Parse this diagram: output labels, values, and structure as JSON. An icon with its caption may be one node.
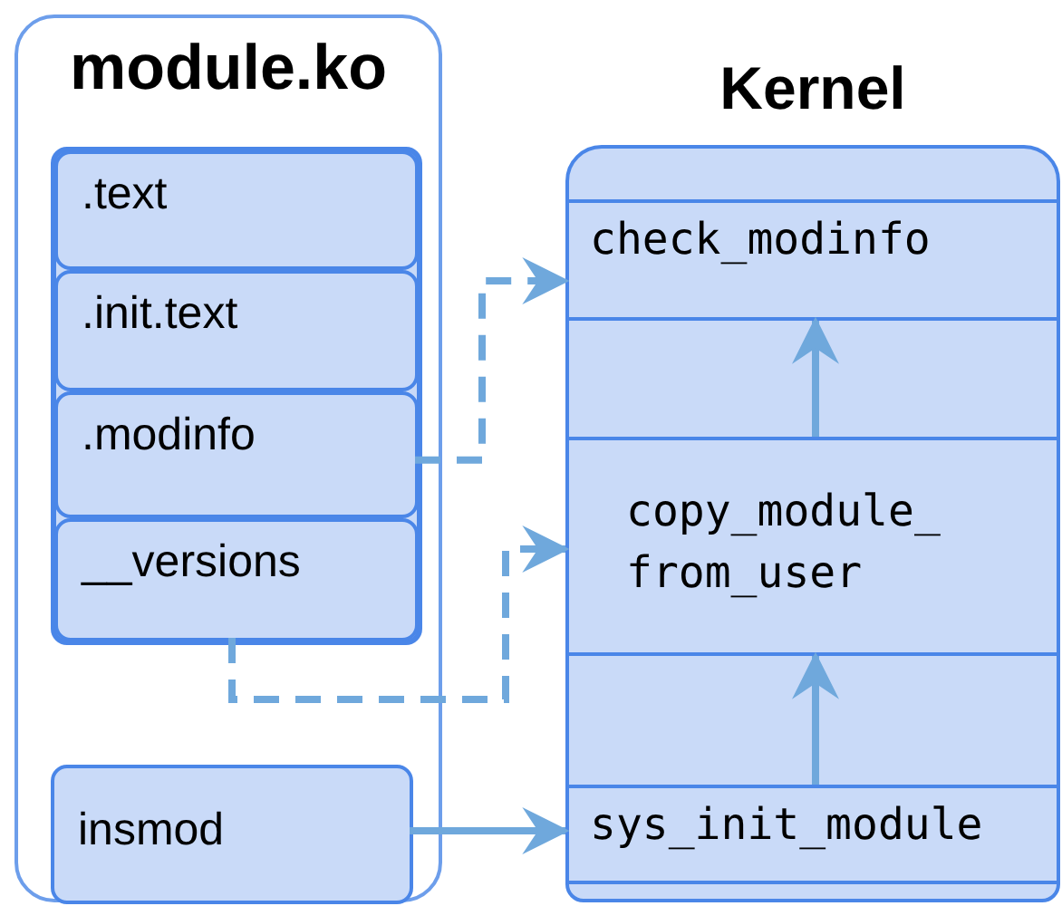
{
  "diagram": {
    "nodes": [
      {
        "text": [
          "module.ko"
        ]
      },
      {
        "text": [],
        "shape": "box",
        "in": 0
      },
      {
        "text": [
          ".text"
        ],
        "in": 1
      },
      {
        "text": [
          ".init.text"
        ],
        "in": 1
      },
      {
        "text": [
          ".modinfo"
        ],
        "in": 1
      },
      {
        "text": [
          "__versions"
        ],
        "in": 1
      },
      {
        "text": [
          "insmod"
        ],
        "in": 0
      },
      {
        "text": [
          "Kernel"
        ]
      },
      {
        "text": [
          "check_modinfo"
        ],
        "in": 7
      },
      {
        "text": [
          "copy_module_ from_user"
        ],
        "in": 7
      },
      {
        "text": [
          "sys_init_module"
        ],
        "in": 7
      }
    ],
    "edges": [
      {
        "from": 4,
        "to": 8,
        "arrow": "to",
        "style": "dashed"
      },
      {
        "from": 5,
        "to": 9,
        "arrow": "to",
        "style": "dashed"
      },
      {
        "from": 6,
        "to": 10,
        "arrow": "to"
      },
      {
        "from": 10,
        "to": 9,
        "arrow": "to"
      },
      {
        "from": 9,
        "to": 8,
        "arrow": "to"
      }
    ]
  }
}
